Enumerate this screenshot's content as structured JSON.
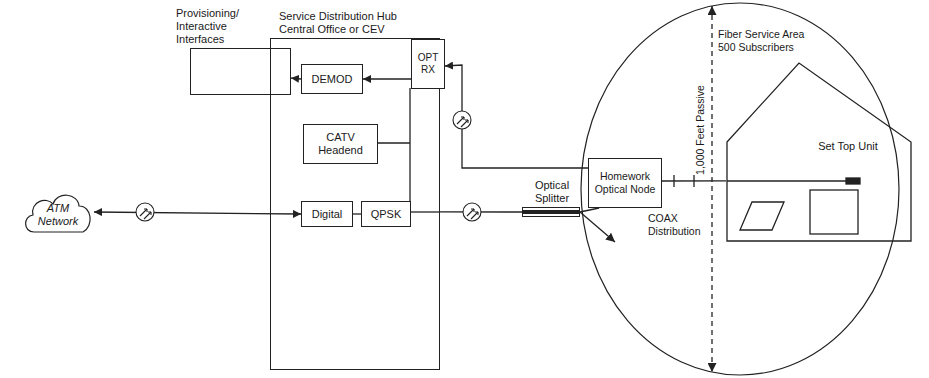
{
  "diagram": {
    "nodes": [
      {
        "text": [
          "Provisioning/ Interactive Interfaces"
        ]
      },
      {
        "text": [
          "Service Distribution Hub Central Office or CEV"
        ]
      },
      {
        "text": [
          "OPT RX"
        ],
        "in": 1
      },
      {
        "text": [
          "DEMOD"
        ],
        "in": 1
      },
      {
        "text": [
          "CATV Headend"
        ],
        "in": 1
      },
      {
        "text": [
          "Digital"
        ],
        "in": 1
      },
      {
        "text": [
          "QPSK"
        ],
        "in": 1
      },
      {
        "text": [
          "ATM Network"
        ]
      },
      {
        "text": [
          "Optical Splitter"
        ]
      },
      {
        "text": [
          "Homework Optical Node"
        ]
      },
      {
        "text": [
          "Fiber Service Area 500 Subscribers",
          "1,000 Feet Passive"
        ]
      },
      {
        "text": [
          "Set Top Unit"
        ],
        "in": 10
      }
    ],
    "edges": [
      {
        "from": 3,
        "to": 0,
        "arrow": "to"
      },
      {
        "from": 2,
        "to": 3,
        "arrow": "to"
      },
      {
        "from": 9,
        "to": 2,
        "arrow": "to"
      },
      {
        "from": 7,
        "to": 5,
        "arrow": "both"
      },
      {
        "from": 5,
        "to": 6,
        "arrow": "none"
      },
      {
        "from": 1,
        "to": 8,
        "arrow": "none"
      },
      {
        "from": 8,
        "to": 9,
        "arrow": "none"
      },
      {
        "from": 9,
        "to": 11,
        "arrow": "none"
      }
    ],
    "labels": [
      "COAX Distribution"
    ]
  }
}
